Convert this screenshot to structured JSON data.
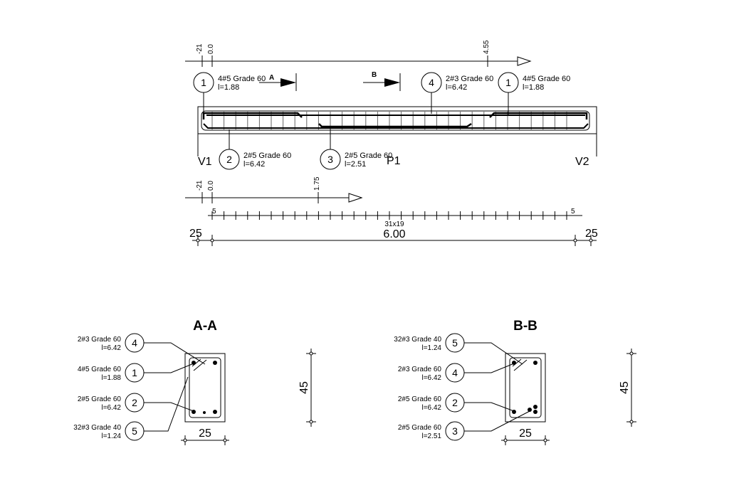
{
  "elevation": {
    "axis_top": {
      "ticks": [
        "-21",
        "0.0",
        "4.55"
      ]
    },
    "axis_bottom": {
      "ticks": [
        "-21",
        "0.0",
        "1.75"
      ]
    },
    "section_a": "A",
    "section_b": "B",
    "support_left": "V1",
    "support_right": "V2",
    "beam_name": "P1",
    "callouts": {
      "c1_left": {
        "mark": "1",
        "line1": "4#5 Grade 60",
        "line2": "l=1.88"
      },
      "c4": {
        "mark": "4",
        "line1": "2#3 Grade 60",
        "line2": "l=6.42"
      },
      "c1_right": {
        "mark": "1",
        "line1": "4#5 Grade 60",
        "line2": "l=1.88"
      },
      "c2": {
        "mark": "2",
        "line1": "2#5 Grade 60",
        "line2": "l=6.42"
      },
      "c3": {
        "mark": "3",
        "line1": "2#5 Grade 60",
        "line2": "l=2.51"
      }
    },
    "stirrups": {
      "end_left": "5",
      "end_right": "5",
      "label": "31x19"
    },
    "dims": {
      "left": "25",
      "span": "6.00",
      "right": "25"
    }
  },
  "sections": {
    "aa": {
      "title": "A-A",
      "width_label": "25",
      "height_label": "45",
      "labels": [
        {
          "mark": "4",
          "line1": "2#3 Grade 60",
          "line2": "l=6.42"
        },
        {
          "mark": "1",
          "line1": "4#5 Grade 60",
          "line2": "l=1.88"
        },
        {
          "mark": "2",
          "line1": "2#5 Grade 60",
          "line2": "l=6.42"
        },
        {
          "mark": "5",
          "line1": "32#3 Grade 40",
          "line2": "l=1.24"
        }
      ]
    },
    "bb": {
      "title": "B-B",
      "width_label": "25",
      "height_label": "45",
      "labels": [
        {
          "mark": "5",
          "line1": "32#3 Grade 40",
          "line2": "l=1.24"
        },
        {
          "mark": "4",
          "line1": "2#3 Grade 60",
          "line2": "l=6.42"
        },
        {
          "mark": "2",
          "line1": "2#5 Grade 60",
          "line2": "l=6.42"
        },
        {
          "mark": "3",
          "line1": "2#5 Grade 60",
          "line2": "l=2.51"
        }
      ]
    }
  }
}
